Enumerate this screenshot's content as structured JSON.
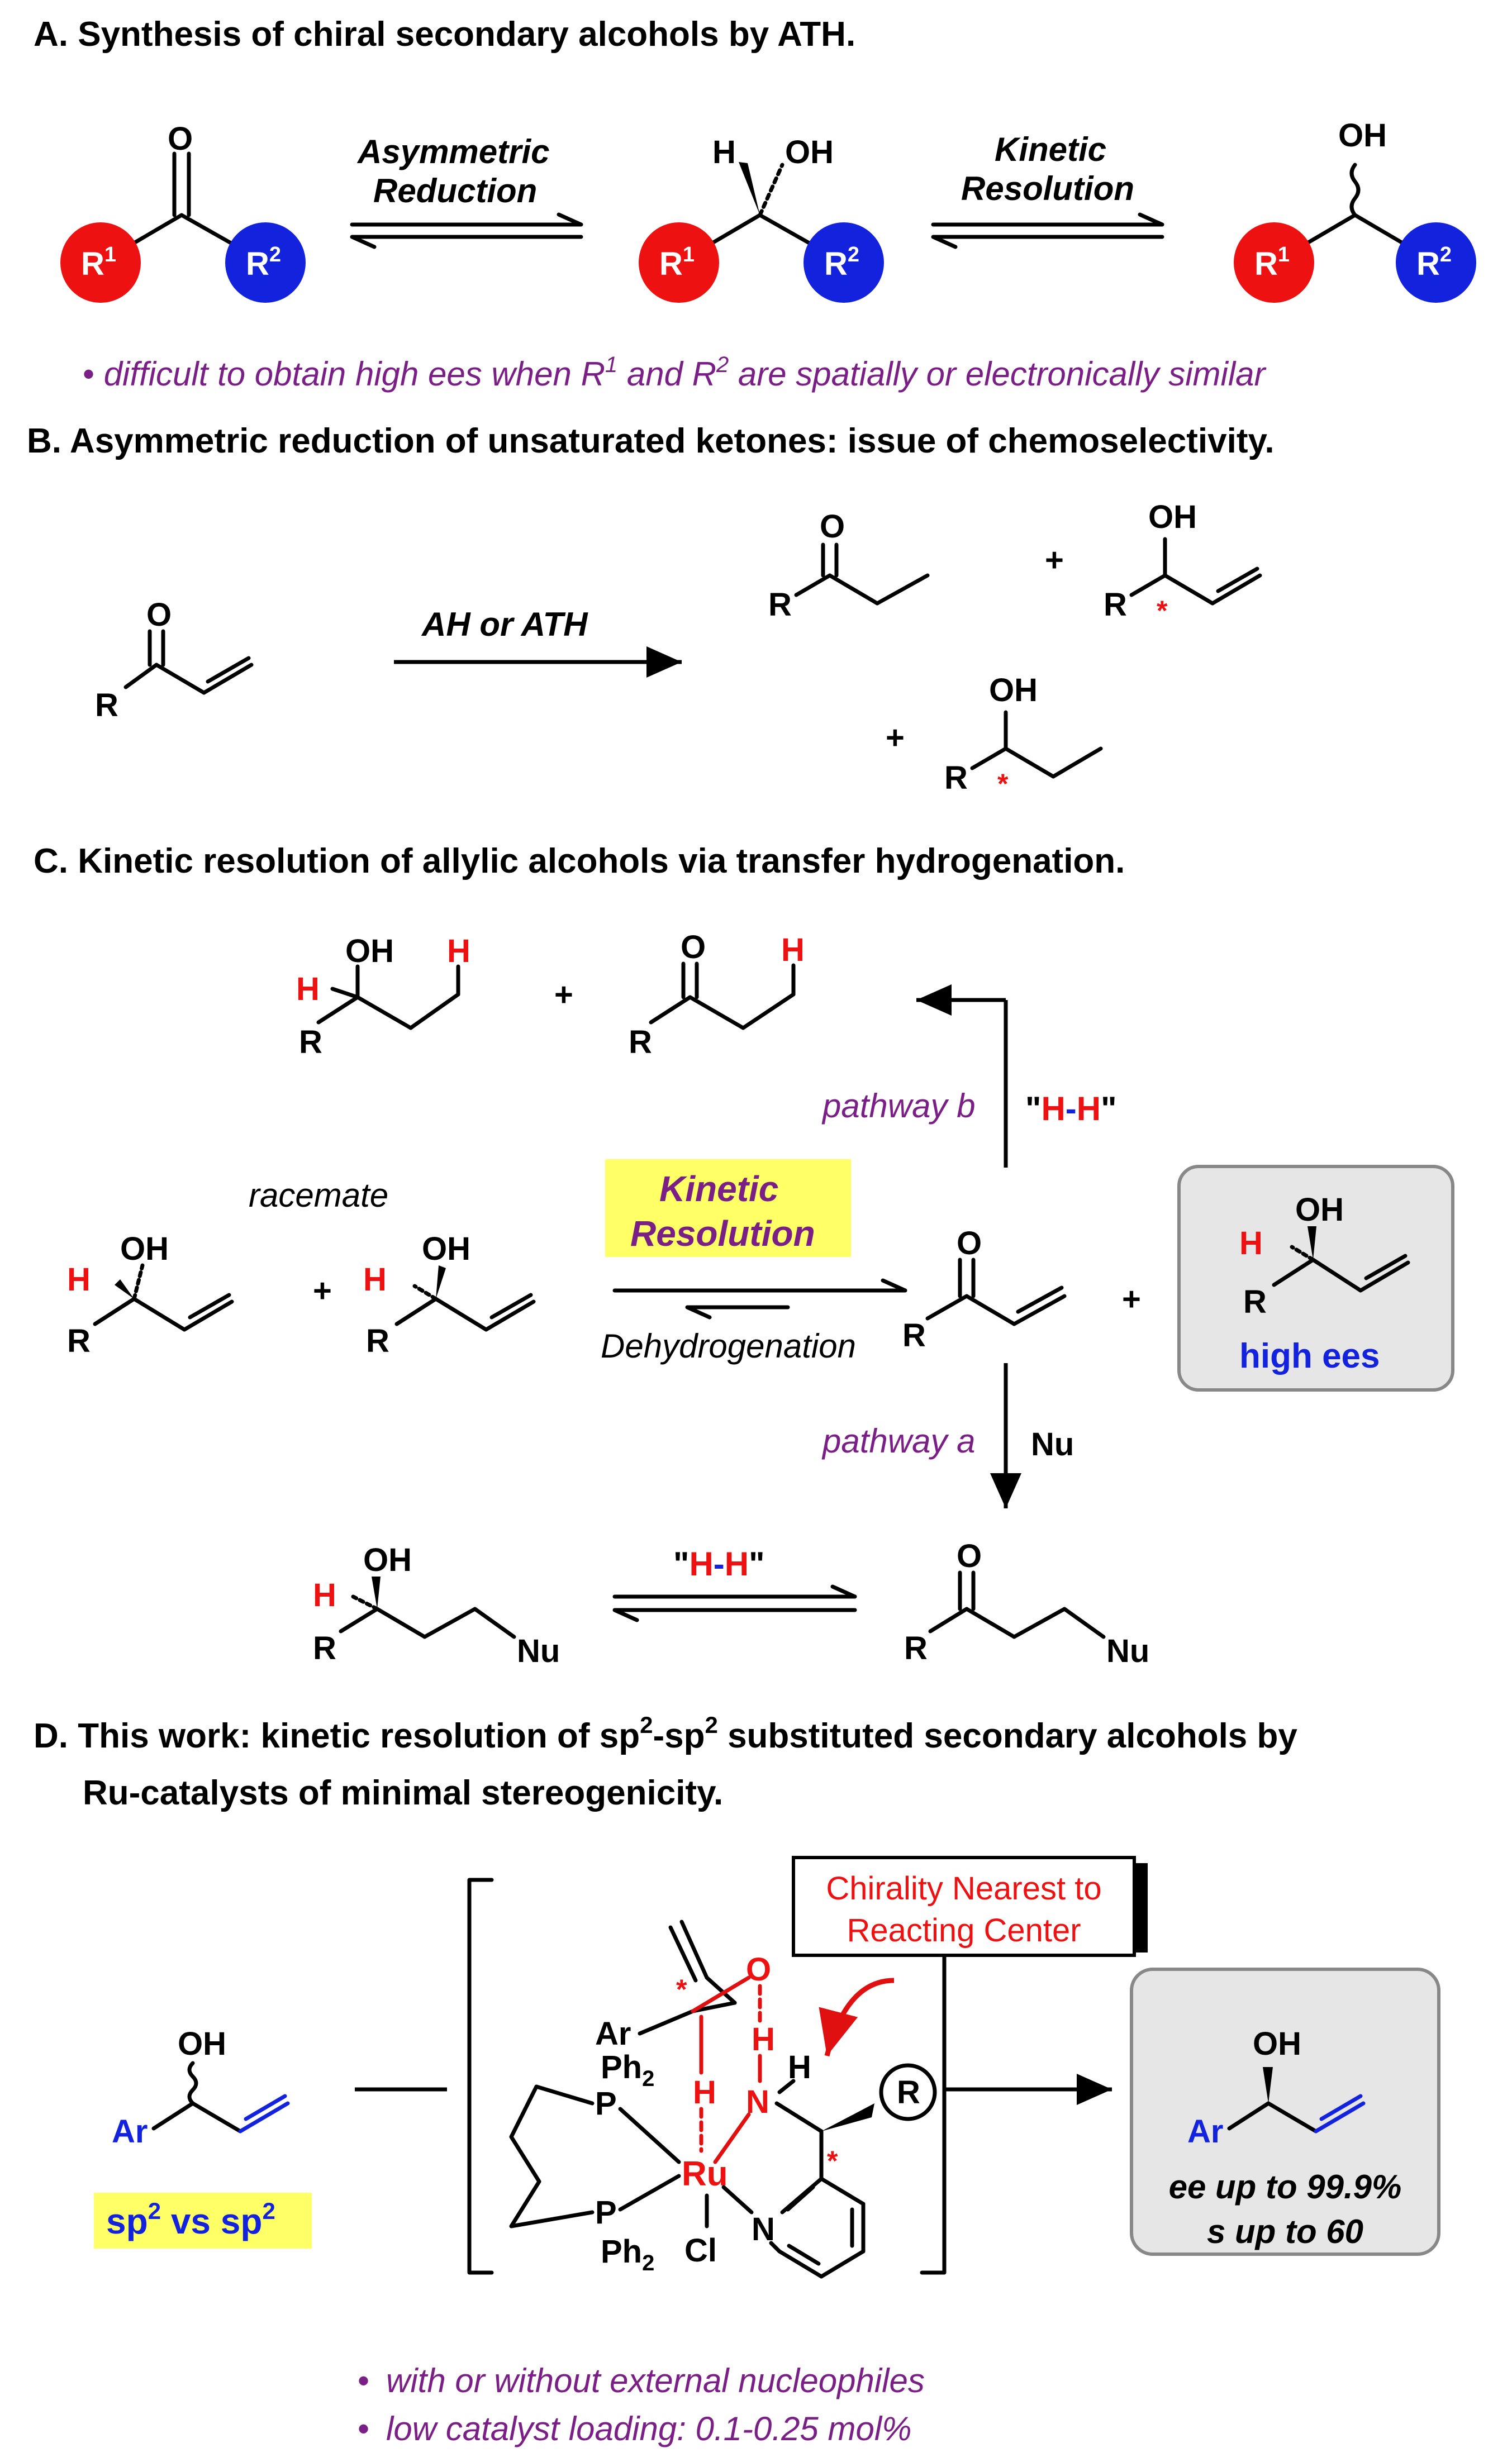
{
  "colors": {
    "red": "#ee1111",
    "blue": "#1222dd",
    "purple": "#7a1f86",
    "yellow": "#ffff66",
    "gray_box": "#e6e6e6"
  },
  "sectionA": {
    "title": "A. Synthesis of chiral secondary alcohols by ATH.",
    "arrow1_top": "Asymmetric",
    "arrow1_bottom": "Reduction",
    "arrow2_top": "Kinetic",
    "arrow2_bottom": "Resolution",
    "R1": "R",
    "R1_sup": "1",
    "R2": "R",
    "R2_sup": "2",
    "O": "O",
    "H": "H",
    "OH": "OH",
    "note_pre": "difficult to obtain high ees when R",
    "note_sup1": "1",
    "note_mid": " and R",
    "note_sup2": "2",
    "note_post": " are spatially or electronically similar"
  },
  "sectionB": {
    "title": "B. Asymmetric reduction of unsaturated ketones: issue of chemoselectivity.",
    "arrow_label": "AH or ATH",
    "R": "R",
    "O": "O",
    "OH": "OH",
    "plus": "+",
    "star": "*"
  },
  "sectionC": {
    "title": "C. Kinetic resolution of allylic alcohols via transfer hydrogenation.",
    "racemate": "racemate",
    "kr_line1": "Kinetic",
    "kr_line2": "Resolution",
    "dehydrogenation": "Dehydrogenation",
    "pathway_b": "pathway b",
    "pathway_a": "pathway a",
    "hh_q1": "\"",
    "hh_h1": "H",
    "hh_dash": "-",
    "hh_h2": "H",
    "hh_q2": "\"",
    "nu": "Nu",
    "high_ees": "high ees",
    "R": "R",
    "O": "O",
    "OH": "OH",
    "H": "H",
    "plus": "+"
  },
  "sectionD": {
    "title_line1_pre": "D. This work: kinetic resolution of sp",
    "sup2": "2",
    "title_line1_dash": "-sp",
    "title_line1_post": " substituted secondary alcohols by",
    "title_line2": "Ru-catalysts of minimal stereogenicity.",
    "callout_line1": "Chirality Nearest to",
    "callout_line2": "Reacting Center",
    "ar": "Ar",
    "OH": "OH",
    "O": "O",
    "H": "H",
    "N": "N",
    "Ru": "Ru",
    "Cl": "Cl",
    "P": "P",
    "Ph": "Ph",
    "sub2": "2",
    "R_circle": "R",
    "star": "*",
    "sp_label_a": "sp",
    "sp_label_vs": " vs sp",
    "result_line1": "ee up to 99.9%",
    "result_line2": "s up to 60",
    "bullet1": "with or without external nucleophiles",
    "bullet2": "low catalyst loading: 0.1-0.25 mol%",
    "bullet_char": "•"
  }
}
